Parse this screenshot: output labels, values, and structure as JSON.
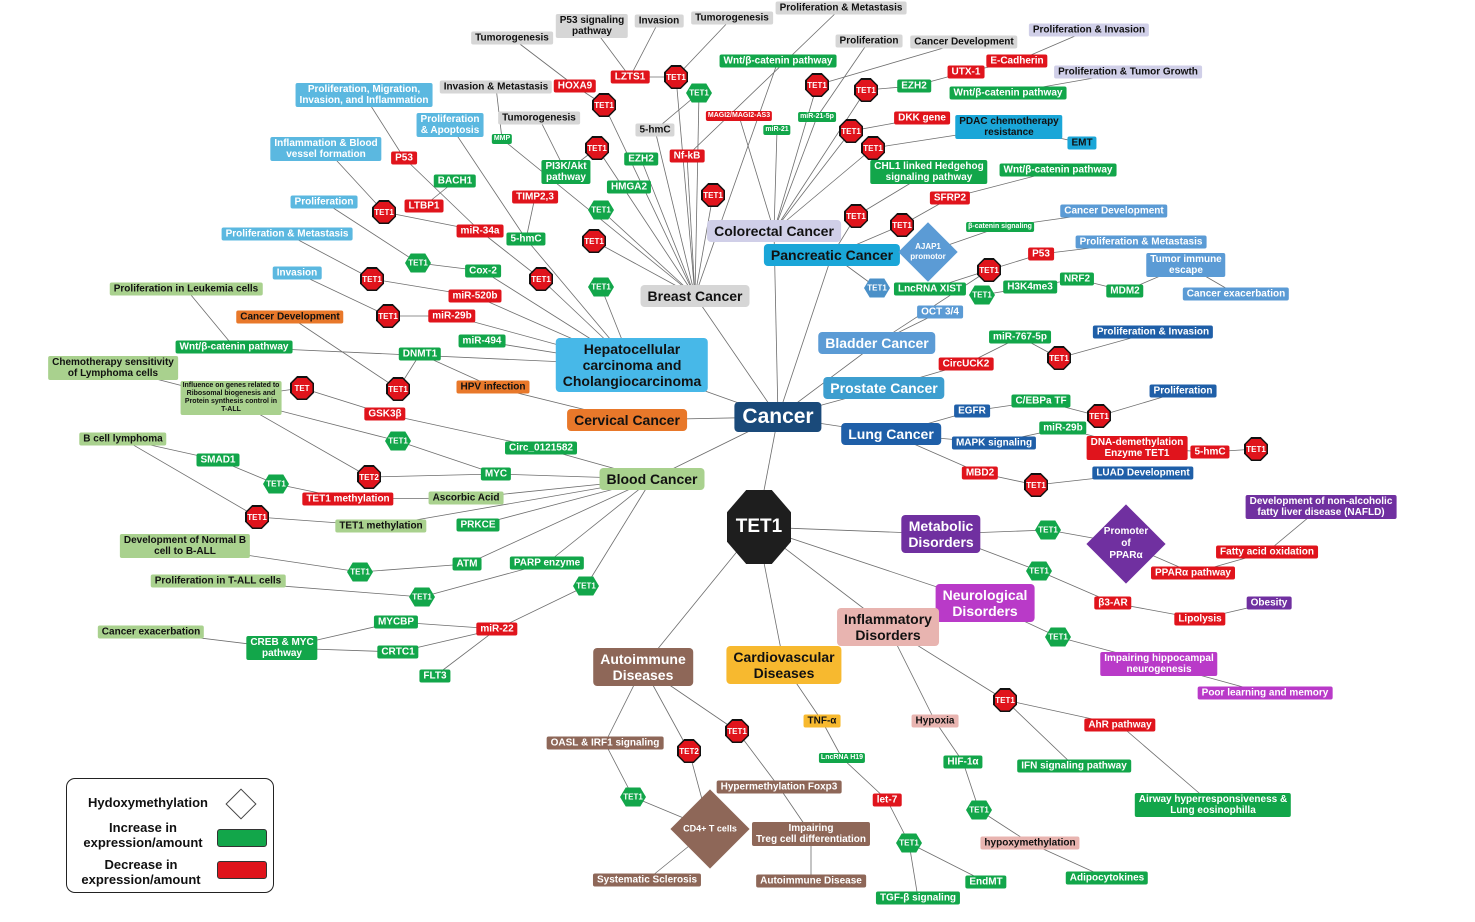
{
  "center": {
    "label": "TET1"
  },
  "colors": {
    "increase": "#12a64a",
    "decrease": "#e0141c",
    "tet1_octagon": "#1e1e1e"
  },
  "legend": {
    "hydroxymethylation": "Hydoxymethylation",
    "increase": "Increase in\nexpression/amount",
    "decrease": "Decrease in\nexpression/amount"
  },
  "hubs": {
    "cancer": "Cancer",
    "breast": "Breast Cancer",
    "colorectal": "Colorectal Cancer",
    "pancreatic": "Pancreatic Cancer",
    "bladder": "Bladder Cancer",
    "prostate": "Prostate Cancer",
    "lung": "Lung Cancer",
    "hcc": "Hepatocellular\ncarcinoma and\nCholangiocarcinoma",
    "cervical": "Cervical Cancer",
    "blood": "Blood Cancer",
    "metabolic": "Metabolic\nDisorders",
    "neuro": "Neurological\nDisorders",
    "inflammatory": "Inflammatory\nDisorders",
    "cardio": "Cardiovascular\nDiseases",
    "autoimmune": "Autoimmune\nDiseases"
  },
  "diamonds": {
    "ajap1": "AJAP1\npromotor",
    "ppar": "Promoter\nof\nPPARα",
    "cd4": "CD4+ T cells"
  },
  "labels": [
    {
      "id": "p53path",
      "t": "P53 signaling\npathway",
      "s": "grey"
    },
    {
      "id": "inv1",
      "t": "Invasion",
      "s": "grey"
    },
    {
      "id": "tumo1",
      "t": "Tumorogenesis",
      "s": "grey"
    },
    {
      "id": "tumo2",
      "t": "Tumorogenesis",
      "s": "grey"
    },
    {
      "id": "prolmet1",
      "t": "Proliferation & Metastasis",
      "s": "grey"
    },
    {
      "id": "prol1",
      "t": "Proliferation",
      "s": "grey"
    },
    {
      "id": "cancdev1",
      "t": "Cancer Development",
      "s": "grey"
    },
    {
      "id": "prolinv1",
      "t": "Proliferation & Invasion",
      "s": "lav"
    },
    {
      "id": "proltum",
      "t": "Proliferation & Tumor Growth",
      "s": "lav"
    },
    {
      "id": "invmet",
      "t": "Invasion & Metastasis",
      "s": "grey"
    },
    {
      "id": "tumo3",
      "t": "Tumorogenesis",
      "s": "grey"
    },
    {
      "id": "hoxa9",
      "t": "HOXA9",
      "s": "red"
    },
    {
      "id": "lzts1",
      "t": "LZTS1",
      "s": "red"
    },
    {
      "id": "wnt1",
      "t": "Wnt/β-catenin pathway",
      "s": "green"
    },
    {
      "id": "utx1",
      "t": "UTX-1",
      "s": "red"
    },
    {
      "id": "ecad",
      "t": "E-Cadherin",
      "s": "red"
    },
    {
      "id": "ezh2a",
      "t": "EZH2",
      "s": "green"
    },
    {
      "id": "wnt2",
      "t": "Wnt/β-catenin pathway",
      "s": "green"
    },
    {
      "id": "magi",
      "t": "MAGI2/MAGI2-AS3",
      "s": "red",
      "tiny": true
    },
    {
      "id": "mir21_5p",
      "t": "miR-21-5p",
      "s": "green",
      "tiny": true
    },
    {
      "id": "mir21",
      "t": "miR-21",
      "s": "green",
      "tiny": true
    },
    {
      "id": "dkk",
      "t": "DKK gene",
      "s": "red"
    },
    {
      "id": "pdac",
      "t": "PDAC chemotherapy\nresistance",
      "s": "cyan"
    },
    {
      "id": "emt",
      "t": "EMT",
      "s": "cyan"
    },
    {
      "id": "fivehmc1",
      "t": "5-hmC",
      "s": "grey"
    },
    {
      "id": "ezh2b",
      "t": "EZH2",
      "s": "green"
    },
    {
      "id": "nfkb",
      "t": "Nf-kB",
      "s": "red"
    },
    {
      "id": "chl1",
      "t": "CHL1 linked Hedgehog\nsignaling pathway",
      "s": "green"
    },
    {
      "id": "wnt3",
      "t": "Wnt/β-catenin pathway",
      "s": "green"
    },
    {
      "id": "sfrp2",
      "t": "SFRP2",
      "s": "red"
    },
    {
      "id": "pmi",
      "t": "Proliferation, Migration,\nInvasion, and Inflammation",
      "s": "sky"
    },
    {
      "id": "prolapo",
      "t": "Proliferation\n& Apoptosis",
      "s": "sky"
    },
    {
      "id": "mmp",
      "t": "MMP",
      "s": "green",
      "tiny": true
    },
    {
      "id": "pi3k",
      "t": "PI3K/Akt\npathway",
      "s": "green"
    },
    {
      "id": "hmga2",
      "t": "HMGA2",
      "s": "green"
    },
    {
      "id": "inflblood",
      "t": "Inflammation & Blood\nvessel formation",
      "s": "sky"
    },
    {
      "id": "p53a",
      "t": "P53",
      "s": "red"
    },
    {
      "id": "bach1",
      "t": "BACH1",
      "s": "green"
    },
    {
      "id": "timp",
      "t": "TIMP2,3",
      "s": "red"
    },
    {
      "id": "prolhcc",
      "t": "Proliferation",
      "s": "sky"
    },
    {
      "id": "ltbp1",
      "t": "LTBP1",
      "s": "red"
    },
    {
      "id": "mir34a",
      "t": "miR-34a",
      "s": "red"
    },
    {
      "id": "fivehmc2",
      "t": "5-hmC",
      "s": "green"
    },
    {
      "id": "prolmet2",
      "t": "Proliferation & Metastasis",
      "s": "sky"
    },
    {
      "id": "invhcc",
      "t": "Invasion",
      "s": "sky"
    },
    {
      "id": "cox2",
      "t": "Cox-2",
      "s": "green"
    },
    {
      "id": "mir520b",
      "t": "miR-520b",
      "s": "red"
    },
    {
      "id": "mir29b1",
      "t": "miR-29b",
      "s": "red"
    },
    {
      "id": "mir494",
      "t": "miR-494",
      "s": "green"
    },
    {
      "id": "prolleuk",
      "t": "Proliferation in Leukemia cells",
      "s": "lgreen"
    },
    {
      "id": "cancdev2",
      "t": "Cancer Development",
      "s": "orange"
    },
    {
      "id": "wnt4",
      "t": "Wnt/β-catenin pathway",
      "s": "green"
    },
    {
      "id": "dnmt1",
      "t": "DNMT1",
      "s": "green"
    },
    {
      "id": "hpv",
      "t": "HPV infection",
      "s": "orange"
    },
    {
      "id": "chemo",
      "t": "Chemotherapy sensitivity\nof Lymphoma cells",
      "s": "lgreen"
    },
    {
      "id": "ribo",
      "t": "Influence on genes related to\nRibosomal biogenesis and\nProtein synthesis control in\nT-ALL",
      "s": "lgreen",
      "tiny": true
    },
    {
      "id": "gsk3b",
      "t": "GSK3β",
      "s": "red"
    },
    {
      "id": "circ",
      "t": "Circ_0121582",
      "s": "green"
    },
    {
      "id": "bcell",
      "t": "B cell lymphoma",
      "s": "lgreen"
    },
    {
      "id": "smad1",
      "t": "SMAD1",
      "s": "green"
    },
    {
      "id": "myc",
      "t": "MYC",
      "s": "green"
    },
    {
      "id": "tetmeth1",
      "t": "TET1 methylation",
      "s": "red"
    },
    {
      "id": "ascorbic",
      "t": "Ascorbic Acid",
      "s": "lgreen"
    },
    {
      "id": "tetmeth2",
      "t": "TET1 methylation",
      "s": "lgreen"
    },
    {
      "id": "prkce",
      "t": "PRKCE",
      "s": "green"
    },
    {
      "id": "devb",
      "t": "Development of Normal B\ncell to B-ALL",
      "s": "lgreen"
    },
    {
      "id": "atm",
      "t": "ATM",
      "s": "green"
    },
    {
      "id": "parp",
      "t": "PARP enzyme",
      "s": "green"
    },
    {
      "id": "proltall",
      "t": "Proliferation in T-ALL cells",
      "s": "lgreen"
    },
    {
      "id": "mycbp",
      "t": "MYCBP",
      "s": "green"
    },
    {
      "id": "mir22",
      "t": "miR-22",
      "s": "red"
    },
    {
      "id": "cancexa1",
      "t": "Cancer exacerbation",
      "s": "lgreen"
    },
    {
      "id": "creb",
      "t": "CREB & MYC\npathway",
      "s": "green"
    },
    {
      "id": "crtc1",
      "t": "CRTC1",
      "s": "green"
    },
    {
      "id": "flt3",
      "t": "FLT3",
      "s": "green"
    },
    {
      "id": "bcatsig",
      "t": "β-catenin signaling",
      "s": "green",
      "tiny": true
    },
    {
      "id": "cancdev3",
      "t": "Cancer Development",
      "s": "steel"
    },
    {
      "id": "p53b",
      "t": "P53",
      "s": "red"
    },
    {
      "id": "prolmet3",
      "t": "Proliferation & Metastasis",
      "s": "steel"
    },
    {
      "id": "lncxist",
      "t": "LncRNA XIST",
      "s": "green"
    },
    {
      "id": "h3k4",
      "t": "H3K4me3",
      "s": "green"
    },
    {
      "id": "nrf2",
      "t": "NRF2",
      "s": "green"
    },
    {
      "id": "mdm2",
      "t": "MDM2",
      "s": "green"
    },
    {
      "id": "tumimm",
      "t": "Tumor immune\nescape",
      "s": "steel"
    },
    {
      "id": "cancexa2",
      "t": "Cancer exacerbation",
      "s": "steel"
    },
    {
      "id": "oct34",
      "t": "OCT 3/4",
      "s": "steel"
    },
    {
      "id": "mir767",
      "t": "miR-767-5p",
      "s": "green"
    },
    {
      "id": "prolinv2",
      "t": "Proliferation & Invasion",
      "s": "blue"
    },
    {
      "id": "circuck2",
      "t": "CircUCK2",
      "s": "red"
    },
    {
      "id": "cebpa",
      "t": "C/EBPa TF",
      "s": "green"
    },
    {
      "id": "egfr",
      "t": "EGFR",
      "s": "blue"
    },
    {
      "id": "prol2",
      "t": "Proliferation",
      "s": "blue"
    },
    {
      "id": "mir29b2",
      "t": "miR-29b",
      "s": "green"
    },
    {
      "id": "mapk",
      "t": "MAPK signaling",
      "s": "blue"
    },
    {
      "id": "dnademeth",
      "t": "DNA-demethylation\nEnzyme TET1",
      "s": "red"
    },
    {
      "id": "fivehmc3",
      "t": "5-hmC",
      "s": "red"
    },
    {
      "id": "mbd2",
      "t": "MBD2",
      "s": "red"
    },
    {
      "id": "luad",
      "t": "LUAD Development",
      "s": "blue"
    },
    {
      "id": "nafld",
      "t": "Development of  non-alcoholic\nfatty liver disease (NAFLD)",
      "s": "purple"
    },
    {
      "id": "fatox",
      "t": "Fatty acid oxidation",
      "s": "red"
    },
    {
      "id": "pparpath",
      "t": "PPARα pathway",
      "s": "red"
    },
    {
      "id": "b3ar",
      "t": "β3-AR",
      "s": "red"
    },
    {
      "id": "obesity",
      "t": "Obesity",
      "s": "purple"
    },
    {
      "id": "lipolysis",
      "t": "Lipolysis",
      "s": "red"
    },
    {
      "id": "hippo",
      "t": "Impairing hippocampal\nneurogenesis",
      "s": "magenta"
    },
    {
      "id": "poorlearn",
      "t": "Poor learning and memory",
      "s": "magenta"
    },
    {
      "id": "ahr",
      "t": "AhR pathway",
      "s": "red"
    },
    {
      "id": "hypoxia",
      "t": "Hypoxia",
      "s": "pink"
    },
    {
      "id": "hif",
      "t": "HIF-1α",
      "s": "green"
    },
    {
      "id": "ifn",
      "t": "IFN signaling pathway",
      "s": "green"
    },
    {
      "id": "airway",
      "t": "Airway hyperresponsiveness &\nLung eosinophilla",
      "s": "green"
    },
    {
      "id": "hypoxy",
      "t": "hypoxymethylation",
      "s": "pink"
    },
    {
      "id": "adipo",
      "t": "Adipocytokines",
      "s": "green"
    },
    {
      "id": "tnfa",
      "t": "TNF-α",
      "s": "yellow"
    },
    {
      "id": "lnch19",
      "t": "LncRNA H19",
      "s": "green",
      "tiny": true
    },
    {
      "id": "let7",
      "t": "let-7",
      "s": "red"
    },
    {
      "id": "endmt",
      "t": "EndMT",
      "s": "green"
    },
    {
      "id": "tgfb",
      "t": "TGF-β signaling",
      "s": "green"
    },
    {
      "id": "oasl",
      "t": "OASL & IRF1 signaling",
      "s": "brown"
    },
    {
      "id": "foxp3",
      "t": "Hypermethylation Foxp3",
      "s": "brown"
    },
    {
      "id": "treg",
      "t": "Impairing\nTreg cell differentiation",
      "s": "brown"
    },
    {
      "id": "sysscl",
      "t": "Systematic Sclerosis",
      "s": "brown"
    },
    {
      "id": "autodis",
      "t": "Autoimmune Disease",
      "s": "brown"
    }
  ],
  "octagons": [
    {
      "id": "r_hoxa9",
      "t": "TET1"
    },
    {
      "id": "r_lzts1",
      "t": "TET1"
    },
    {
      "id": "r_colo1",
      "t": "TET1"
    },
    {
      "id": "r_colo2",
      "t": "TET1"
    },
    {
      "id": "r_colo3",
      "t": "TET1"
    },
    {
      "id": "r_colo4",
      "t": "TET1"
    },
    {
      "id": "r_breast1",
      "t": "TET1"
    },
    {
      "id": "r_breast2",
      "t": "TET1"
    },
    {
      "id": "r_breast3",
      "t": "TET1"
    },
    {
      "id": "r_panc1",
      "t": "TET1"
    },
    {
      "id": "r_panc2",
      "t": "TET1"
    },
    {
      "id": "r_breast4",
      "t": "TET1"
    },
    {
      "id": "r_hcc1",
      "t": "TET1"
    },
    {
      "id": "r_hcc2",
      "t": "TET1"
    },
    {
      "id": "r_hcc3",
      "t": "TET1"
    },
    {
      "id": "r_hcc4",
      "t": "TET1"
    },
    {
      "id": "r_cerv",
      "t": "TET1"
    },
    {
      "id": "r_blood1",
      "t": "TET"
    },
    {
      "id": "r_tet2",
      "t": "TET2"
    },
    {
      "id": "r_blood2",
      "t": "TET1"
    },
    {
      "id": "r_bladder",
      "t": "TET1"
    },
    {
      "id": "r_prost",
      "t": "TET1"
    },
    {
      "id": "r_lung1",
      "t": "TET1"
    },
    {
      "id": "r_lung2",
      "t": "TET1"
    },
    {
      "id": "r_lung3",
      "t": "TET1"
    },
    {
      "id": "r_infl",
      "t": "TET1"
    },
    {
      "id": "r_auto1",
      "t": "TET1"
    },
    {
      "id": "r_tet2b",
      "t": "TET2"
    }
  ],
  "hexagons": [
    {
      "id": "g_colo",
      "t": "TET1"
    },
    {
      "id": "g_breast1",
      "t": "TET1"
    },
    {
      "id": "g_breast2",
      "t": "TET1"
    },
    {
      "id": "g_hcc1",
      "t": "TET1"
    },
    {
      "id": "g_blood1",
      "t": "TET1"
    },
    {
      "id": "g_blood2",
      "t": "TET1"
    },
    {
      "id": "g_blood3",
      "t": "TET1"
    },
    {
      "id": "g_blood4",
      "t": "TET1"
    },
    {
      "id": "g_blood5",
      "t": "TET1"
    },
    {
      "id": "g_bladder",
      "t": "TET1"
    },
    {
      "id": "g_meta",
      "t": "TET1"
    },
    {
      "id": "g_neuro1",
      "t": "TET1"
    },
    {
      "id": "g_neuro2",
      "t": "TET1"
    },
    {
      "id": "g_hypox",
      "t": "TET1"
    },
    {
      "id": "g_cardio",
      "t": "TET1"
    },
    {
      "id": "g_auto",
      "t": "TET1"
    },
    {
      "id": "b_panc",
      "t": "TET1",
      "blue": true
    }
  ]
}
